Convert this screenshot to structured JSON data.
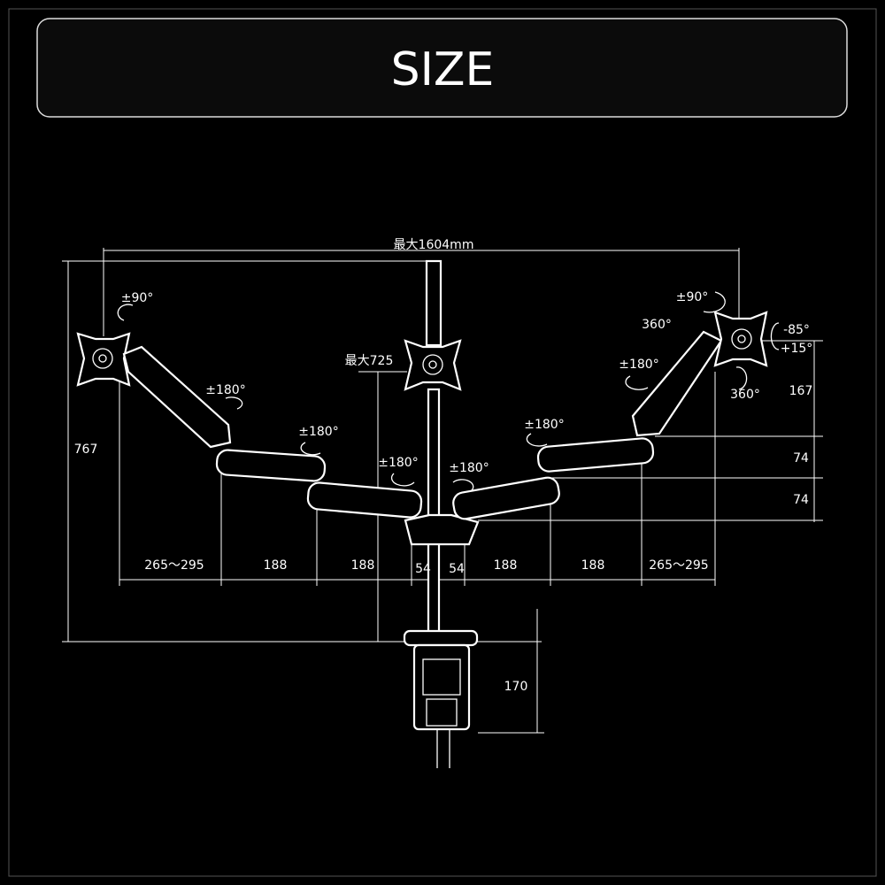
{
  "header": {
    "title": "SIZE"
  },
  "diagram": {
    "max_width": "最大1604mm",
    "max_height": "最大725",
    "rotation_labels": {
      "left_monitor_tilt": "±90°",
      "left_upper_joint": "±180°",
      "left_mid_joint": "±180°",
      "left_inner_joint": "±180°",
      "right_inner_joint": "±180°",
      "right_mid_joint": "±180°",
      "right_upper_joint": "±180°",
      "right_monitor_tilt": "±90°",
      "right_monitor_rotate": "360°",
      "right_monitor_tilt_up": "-85°",
      "right_monitor_tilt_down": "+15°",
      "right_monitor_swivel": "360°"
    },
    "dimensions": {
      "total_height": "767",
      "right_upper": "167",
      "right_step_1": "74",
      "right_step_2": "74",
      "clamp_height": "170",
      "bottom": [
        "265～295",
        "188",
        "188",
        "54",
        "54",
        "188",
        "188",
        "265～295"
      ]
    }
  }
}
